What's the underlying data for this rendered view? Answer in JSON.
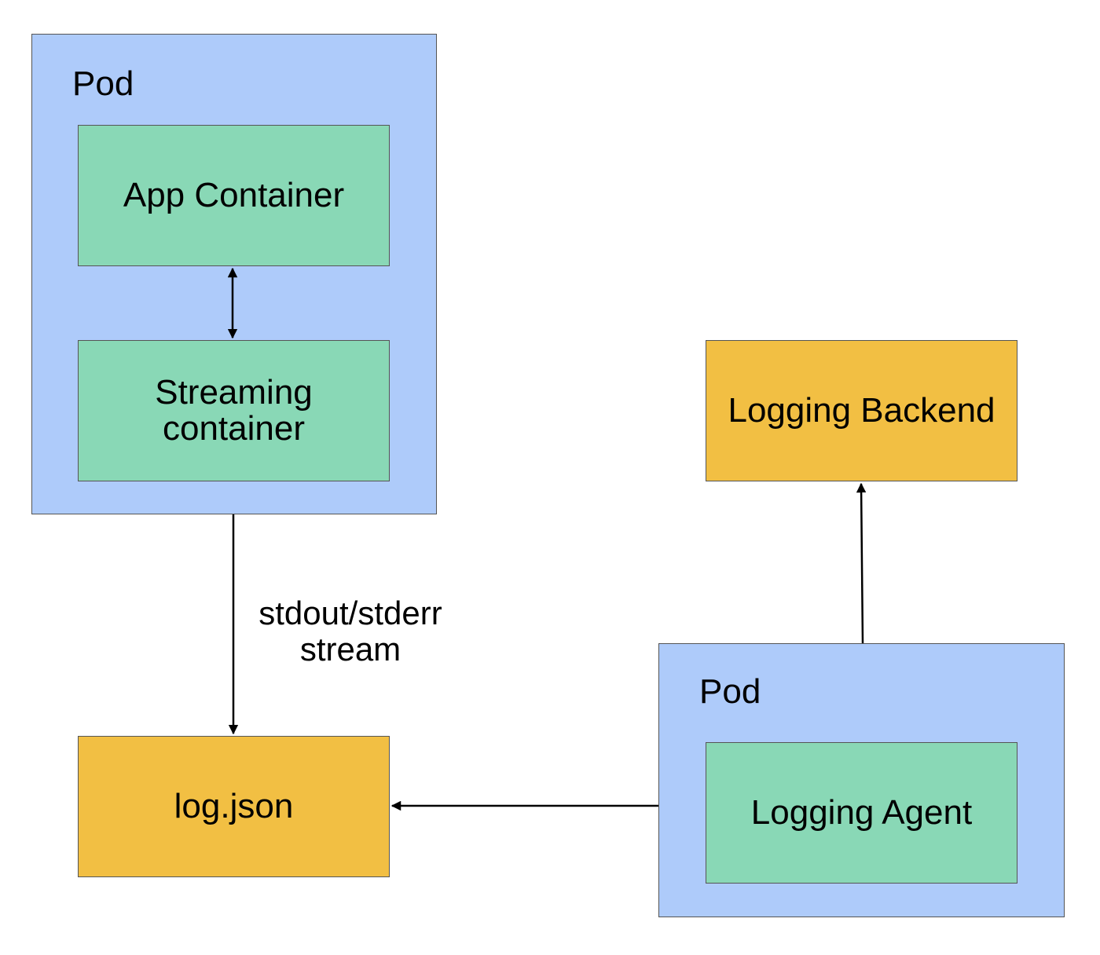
{
  "diagram": {
    "pod_left": {
      "label": "Pod"
    },
    "app_container": {
      "label": "App Container"
    },
    "streaming_container": {
      "label": "Streaming\ncontainer"
    },
    "log_file": {
      "label": "log.json"
    },
    "pod_right": {
      "label": "Pod"
    },
    "logging_agent": {
      "label": "Logging Agent"
    },
    "logging_backend": {
      "label": "Logging Backend"
    },
    "edge_stream": {
      "line1": "stdout/stderr",
      "line2": "stream"
    }
  },
  "colors": {
    "pod": "#aecbfa",
    "container": "#89d8b6",
    "file": "#f2bf43"
  }
}
